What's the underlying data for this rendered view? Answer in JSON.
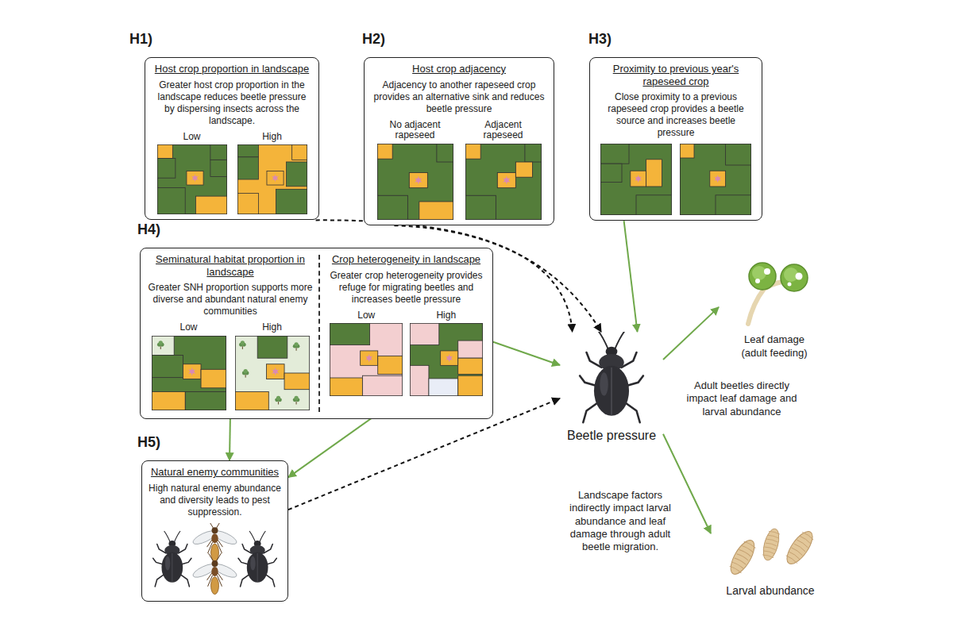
{
  "diagram": {
    "nodes": [
      {
        "text": [
          "H1)",
          "Host crop proportion in landscape",
          "Greater host crop proportion in the landscape reduces beetle pressure by dispersing insects across the landscape.",
          "Low",
          "High"
        ]
      },
      {
        "text": [
          "H2)",
          "Host crop adjacency",
          "Adjacency to another rapeseed crop provides an alternative sink and reduces beetle pressure",
          "No adjacent rapeseed",
          "Adjacent rapeseed"
        ]
      },
      {
        "text": [
          "H3)",
          "Proximity to previous year's rapeseed crop",
          "Close proximity to a previous rapeseed crop provides a beetle source and increases beetle pressure"
        ]
      },
      {
        "text": [
          "H4)"
        ]
      },
      {
        "text": [
          "Seminatural habitat proportion in landscape",
          "Greater SNH proportion supports more diverse and abundant natural enemy communities",
          "Low",
          "High"
        ],
        "in": 3
      },
      {
        "text": [
          "Crop heterogeneity in landscape",
          "Greater crop heterogeneity provides refuge for migrating beetles and increases beetle pressure",
          "Low",
          "High"
        ],
        "in": 3
      },
      {
        "text": [
          "H5)",
          "Natural enemy communities",
          "High natural enemy abundance and diversity leads to pest suppression."
        ]
      },
      {
        "text": [
          "Beetle pressure"
        ]
      },
      {
        "text": [
          "Leaf damage (adult feeding)"
        ]
      },
      {
        "text": [
          "Larval abundance"
        ]
      }
    ],
    "edges": [
      {
        "from": 0,
        "to": 7,
        "arrow": "to"
      },
      {
        "from": 1,
        "to": 7,
        "arrow": "to"
      },
      {
        "from": 2,
        "to": 7,
        "arrow": "to"
      },
      {
        "from": 3,
        "to": 7,
        "arrow": "to"
      },
      {
        "from": 4,
        "to": 6,
        "arrow": "to"
      },
      {
        "from": 5,
        "to": 6,
        "arrow": "to"
      },
      {
        "from": 6,
        "to": 7,
        "arrow": "to"
      },
      {
        "from": 7,
        "to": 8,
        "arrow": "to"
      },
      {
        "from": 7,
        "to": 9,
        "arrow": "to"
      }
    ],
    "labels": [
      "Adult beetles directly impact leaf damage and larval abundance",
      "Landscape factors indirectly impact larval abundance and leaf damage through adult beetle migration."
    ]
  }
}
